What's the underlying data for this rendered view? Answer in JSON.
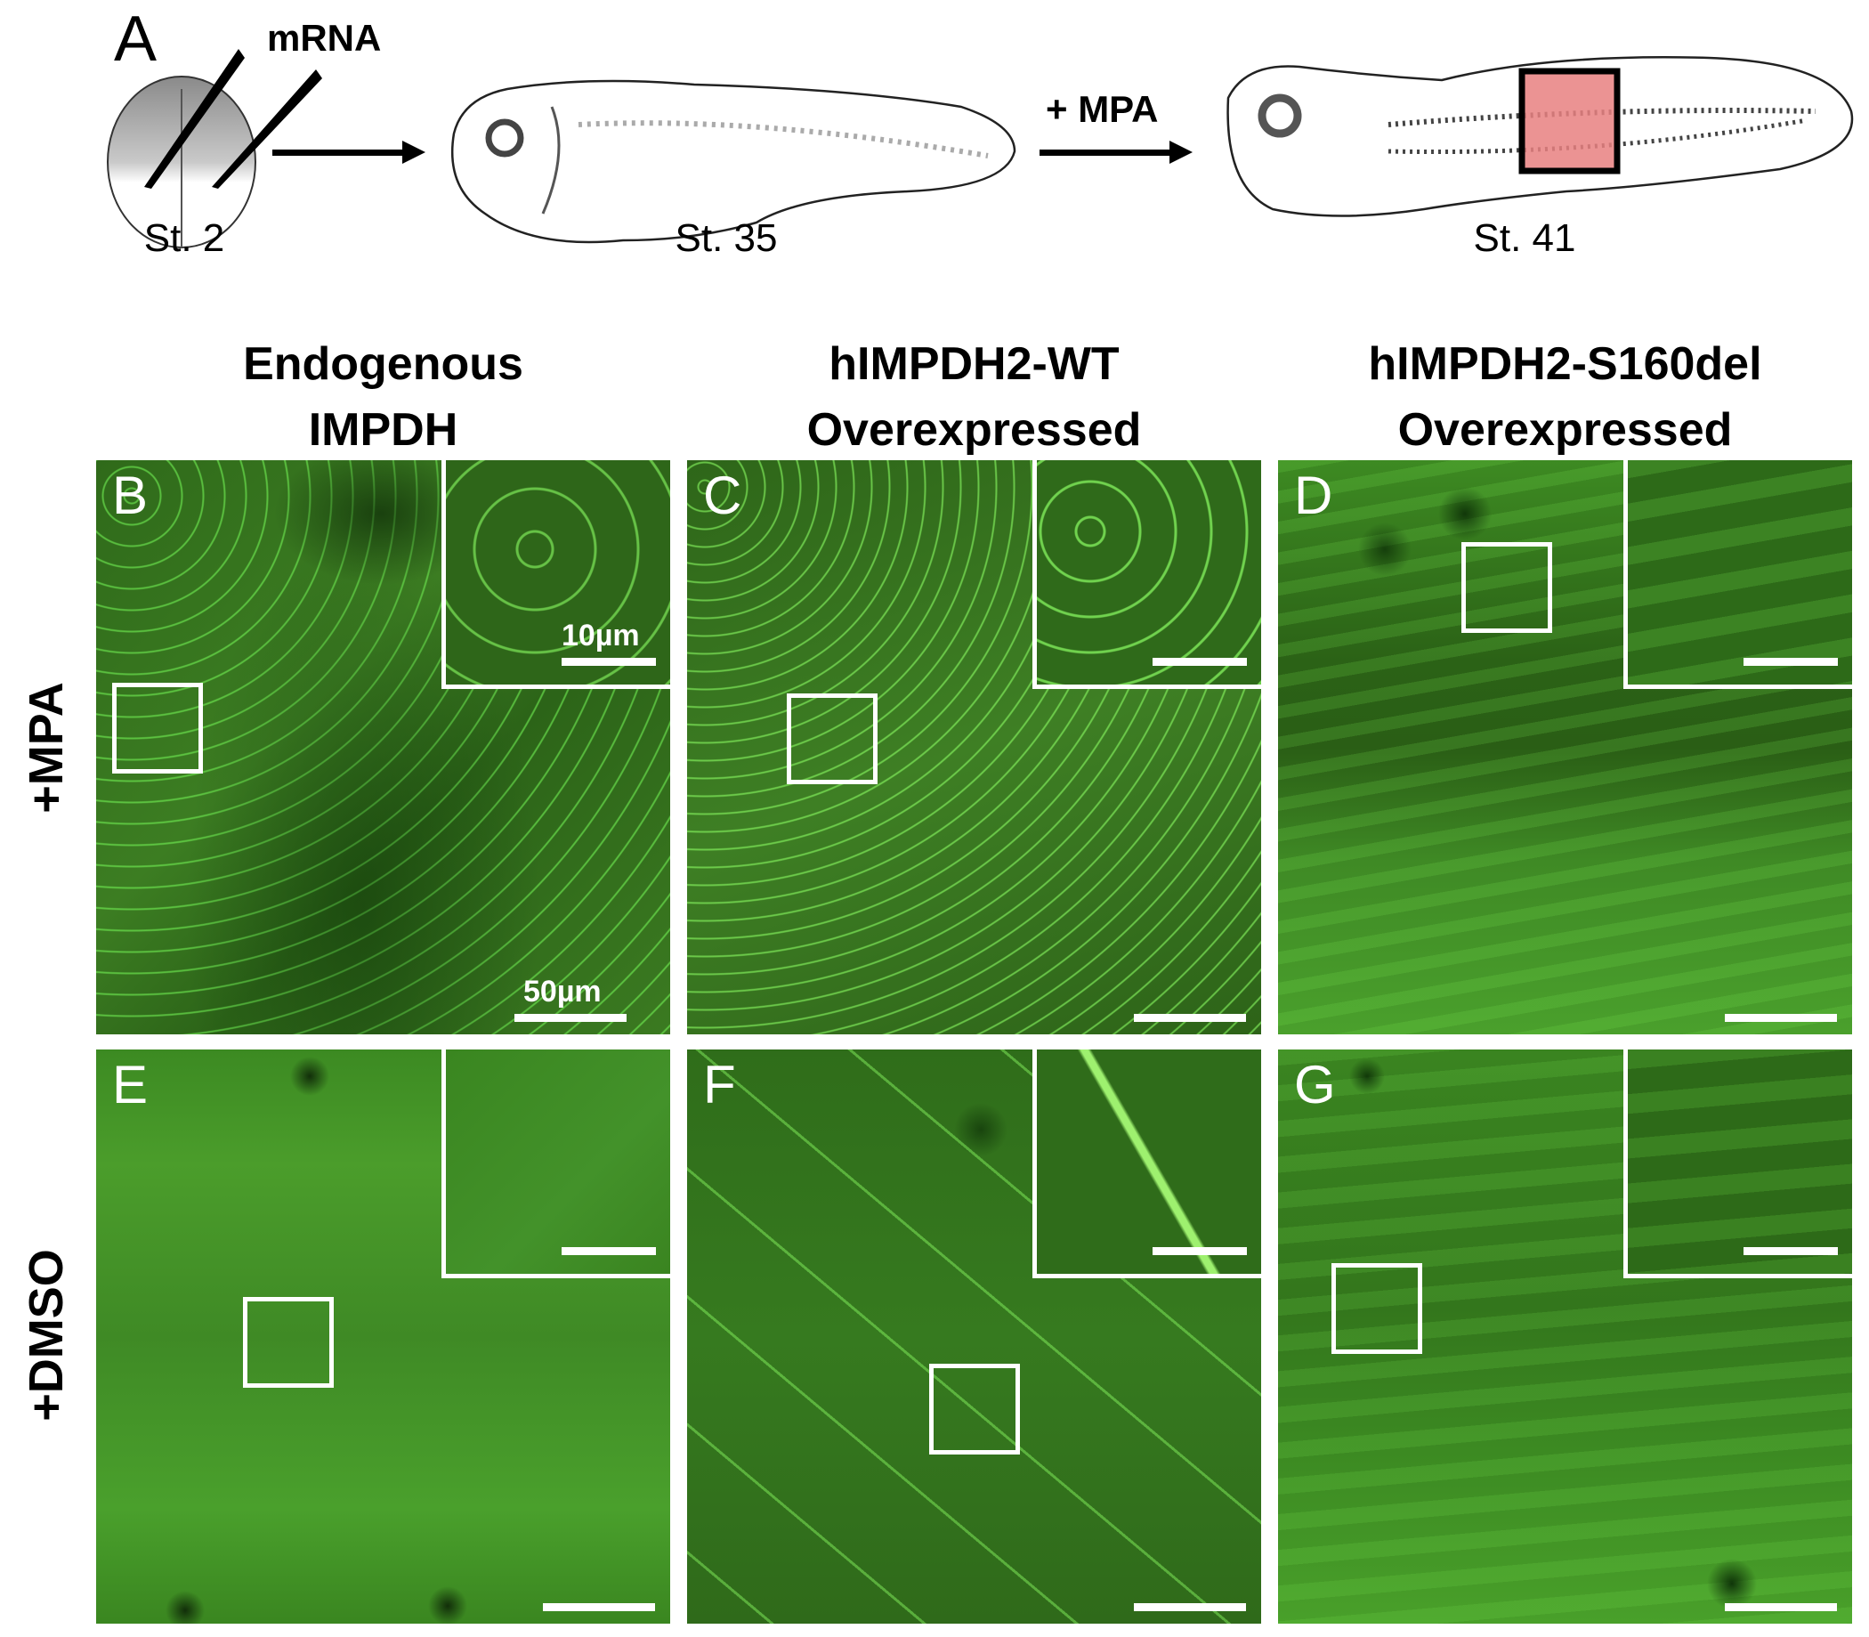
{
  "figure": {
    "panel_a": {
      "letter": "A",
      "injection_label": "mRNA",
      "treatment_label": "+ MPA",
      "stages": [
        "St. 2",
        "St. 35",
        "St. 41"
      ],
      "highlight_color": "#e88080"
    },
    "column_headers": [
      {
        "line1": "Endogenous",
        "line2": "IMPDH"
      },
      {
        "line1": "hIMPDH2-WT",
        "line2": "Overexpressed"
      },
      {
        "line1": "hIMPDH2-S160del",
        "line2": "Overexpressed"
      }
    ],
    "row_labels": [
      "+MPA",
      "+DMSO"
    ],
    "panels": [
      {
        "letter": "B",
        "row": "+MPA",
        "column": "Endogenous IMPDH"
      },
      {
        "letter": "C",
        "row": "+MPA",
        "column": "hIMPDH2-WT Overexpressed"
      },
      {
        "letter": "D",
        "row": "+MPA",
        "column": "hIMPDH2-S160del Overexpressed"
      },
      {
        "letter": "E",
        "row": "+DMSO",
        "column": "Endogenous IMPDH"
      },
      {
        "letter": "F",
        "row": "+DMSO",
        "column": "hIMPDH2-WT Overexpressed"
      },
      {
        "letter": "G",
        "row": "+DMSO",
        "column": "hIMPDH2-S160del Overexpressed"
      }
    ],
    "scale_bars": {
      "main": "50µm",
      "inset": "10µm"
    },
    "colors": {
      "fluorescence": "#3c7d22",
      "annotation": "#ffffff"
    }
  }
}
